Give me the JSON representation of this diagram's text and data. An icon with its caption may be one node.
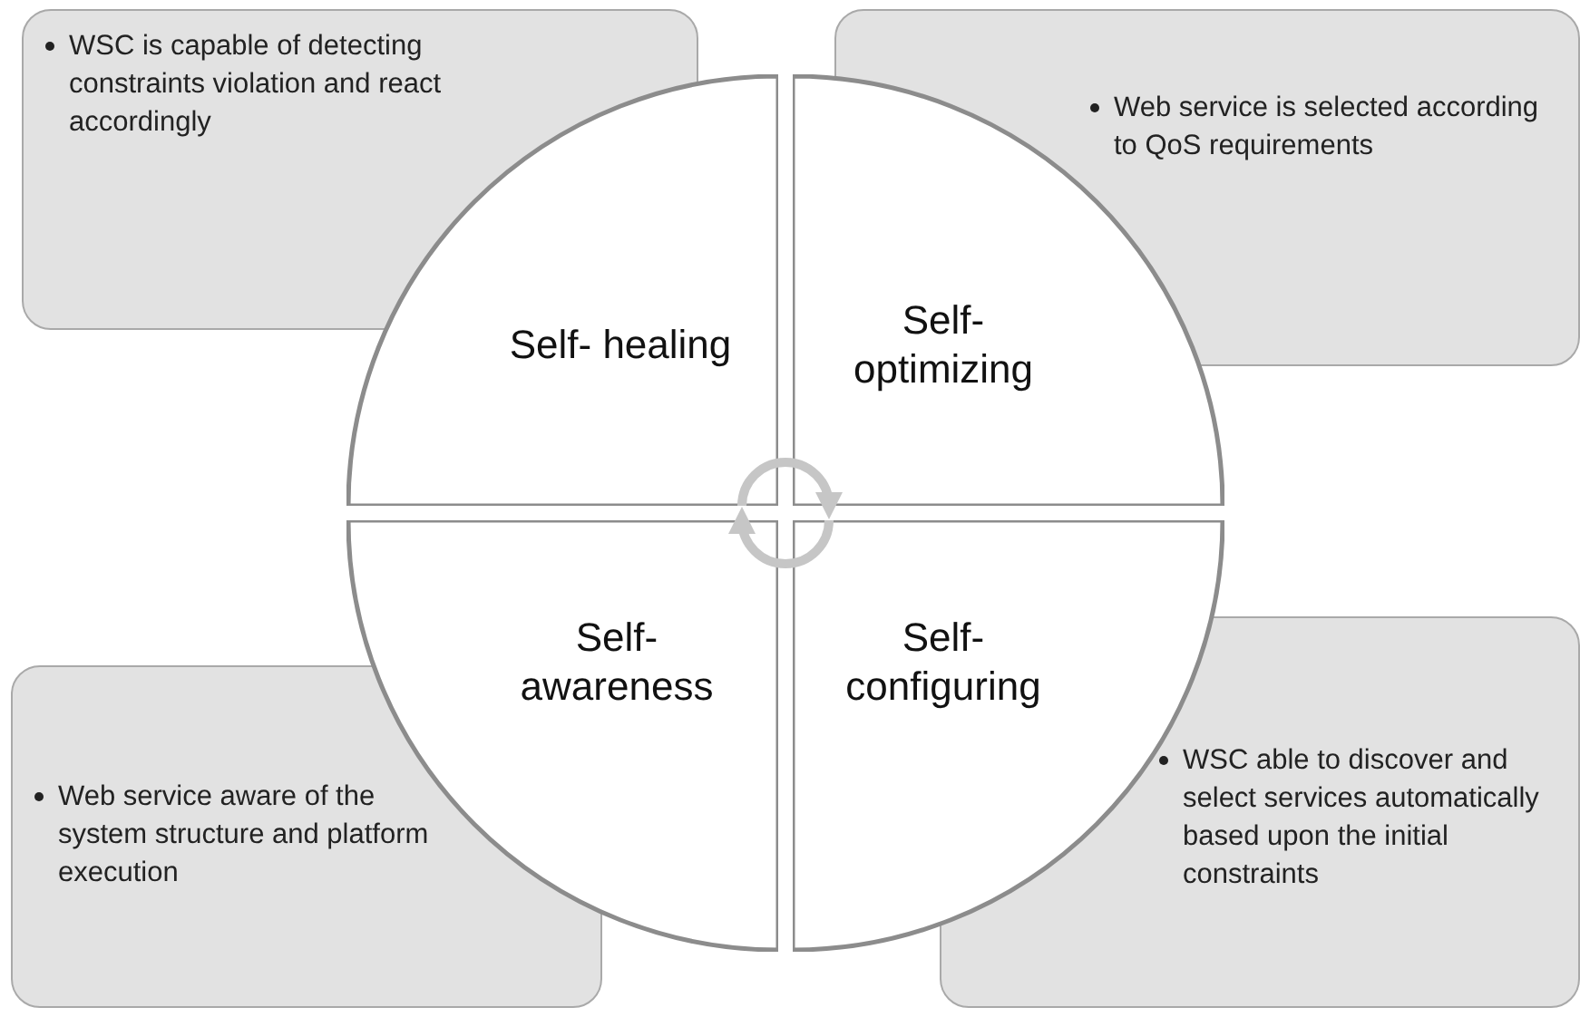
{
  "diagram": {
    "nodes": [
      {
        "text": [
          "WSC is capable of detecting constraints violation and react accordingly"
        ]
      },
      {
        "text": [
          "Web service is selected according to QoS requirements"
        ]
      },
      {
        "text": [
          "Self- healing"
        ]
      },
      {
        "text": [
          "Self- optimizing"
        ]
      },
      {
        "text": [
          "Self- awareness"
        ]
      },
      {
        "text": [
          "Self- configuring"
        ]
      },
      {
        "text": [
          "WSC able to discover and select services automatically based upon the initial constraints"
        ]
      },
      {
        "text": [
          "Web service aware of the system structure and platform execution"
        ]
      }
    ],
    "edges": [
      {
        "from": 2,
        "to": 3,
        "arrow": "to",
        "color": "#c6c6c6"
      },
      {
        "from": 5,
        "to": 4,
        "arrow": "to",
        "color": "#c6c6c6"
      }
    ]
  }
}
